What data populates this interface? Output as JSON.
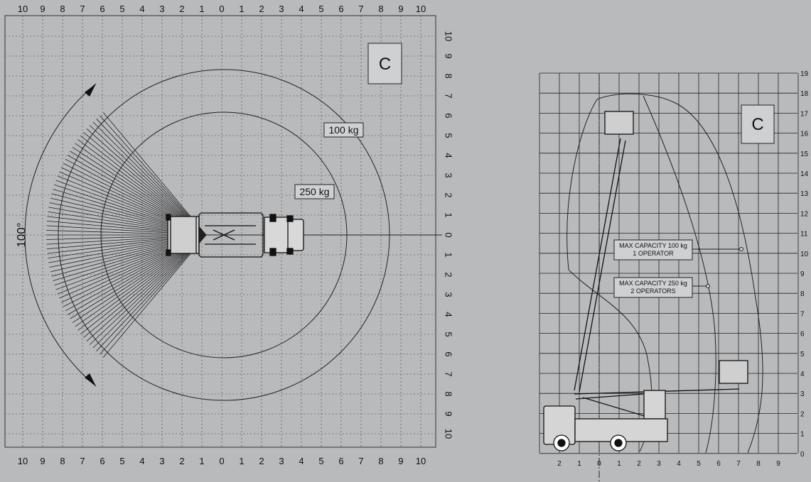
{
  "top_view": {
    "grid_letter": "C",
    "rotation_label": "100°",
    "top_ticks": [
      "10",
      "9",
      "8",
      "7",
      "6",
      "5",
      "4",
      "3",
      "2",
      "1",
      "0",
      "1",
      "2",
      "3",
      "4",
      "5",
      "6",
      "7",
      "8",
      "9",
      "10"
    ],
    "bottom_ticks": [
      "10",
      "9",
      "8",
      "7",
      "6",
      "5",
      "4",
      "3",
      "2",
      "1",
      "0",
      "1",
      "2",
      "3",
      "4",
      "5",
      "6",
      "7",
      "8",
      "9",
      "10"
    ],
    "right_ticks": [
      "10",
      "9",
      "8",
      "7",
      "6",
      "5",
      "4",
      "3",
      "2",
      "1",
      "0",
      "1",
      "2",
      "3",
      "4",
      "5",
      "6",
      "7",
      "8",
      "9",
      "10"
    ],
    "capacity_labels": [
      {
        "text": "100 kg"
      },
      {
        "text": "250 kg"
      }
    ]
  },
  "side_view": {
    "grid_letter": "C",
    "height_ticks": [
      "19",
      "18",
      "17",
      "16",
      "15",
      "14",
      "13",
      "12",
      "11",
      "10",
      "9",
      "8",
      "7",
      "6",
      "5",
      "4",
      "3",
      "2",
      "1",
      "0"
    ],
    "outreach_ticks": [
      "2",
      "1",
      "0",
      "1",
      "2",
      "3",
      "4",
      "5",
      "6",
      "7",
      "8",
      "9"
    ],
    "notes": [
      {
        "line1": "MAX  CAPACITY 100 kg",
        "line2": "1 OPERATOR"
      },
      {
        "line1": "MAX  CAPACITY 250 kg",
        "line2": "2 OPERATORS"
      }
    ]
  }
}
